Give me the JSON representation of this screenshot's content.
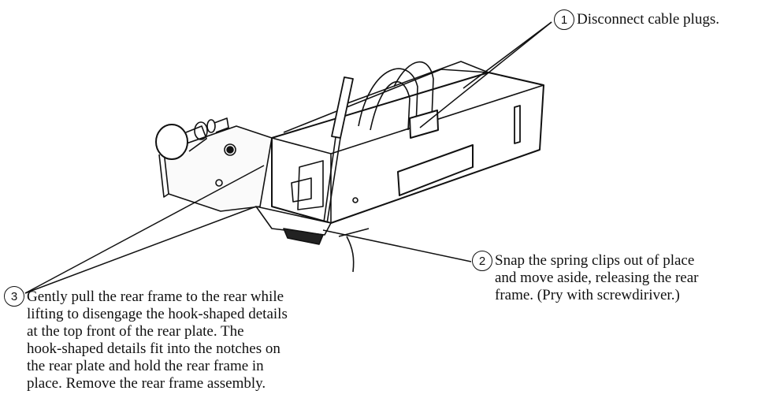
{
  "callouts": [
    {
      "number": "1",
      "text": "Disconnect cable plugs."
    },
    {
      "number": "2",
      "text": "Snap the spring clips out of place\nand move aside, releasing the rear\nframe. (Pry with screwdiriver.)"
    },
    {
      "number": "3",
      "text": "Gently pull the rear frame to the rear while\nlifting to disengage the hook-shaped details\nat the top front of the rear plate. The\nhook-shaped details fit into the notches on\nthe rear plate and hold the rear frame in\nplace. Remove the rear frame assembly."
    }
  ],
  "colors": {
    "ink": "#111111",
    "paper": "#ffffff"
  },
  "icons": [
    "screwdriver-illustration",
    "cable-plug-illustration",
    "spring-clip-illustration"
  ]
}
